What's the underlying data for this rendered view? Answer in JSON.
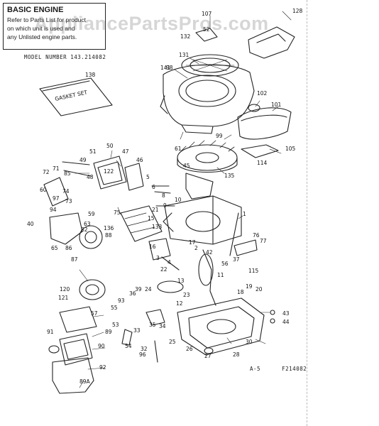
{
  "watermark": "AppliancePartsPros.com",
  "header_box": {
    "title": "BASIC ENGINE",
    "line1": "Refer to Parts List for product",
    "line2": "on which unit is used and",
    "line3": "any Unlisted engine parts."
  },
  "model_number": "MODEL NUMBER 143.214082",
  "gasket_set_label": "GASKET SET",
  "footer": {
    "page": "A-5",
    "diagram_id": "F214082"
  },
  "part_callouts": [
    "107",
    "128",
    "52",
    "132",
    "131",
    "98",
    "138",
    "102",
    "101",
    "61",
    "99",
    "105",
    "114",
    "50",
    "51",
    "47",
    "46",
    "49",
    "48",
    "122",
    "72",
    "71",
    "85",
    "74",
    "60",
    "97",
    "73",
    "94",
    "40",
    "59",
    "63",
    "82",
    "136",
    "88",
    "65",
    "86",
    "87",
    "75",
    "135",
    "45",
    "5",
    "6",
    "8",
    "9",
    "10",
    "21",
    "15",
    "133",
    "1",
    "76",
    "77",
    "17",
    "42",
    "56",
    "115",
    "37",
    "2",
    "16",
    "3",
    "4",
    "22",
    "13",
    "11",
    "120",
    "121",
    "93",
    "36",
    "39",
    "23",
    "12",
    "19",
    "18",
    "20",
    "55",
    "57",
    "53",
    "89",
    "54",
    "33",
    "35",
    "32",
    "96",
    "34",
    "24",
    "91",
    "90",
    "92",
    "89A",
    "25",
    "26",
    "27",
    "28",
    "30",
    "43",
    "44",
    "141"
  ]
}
